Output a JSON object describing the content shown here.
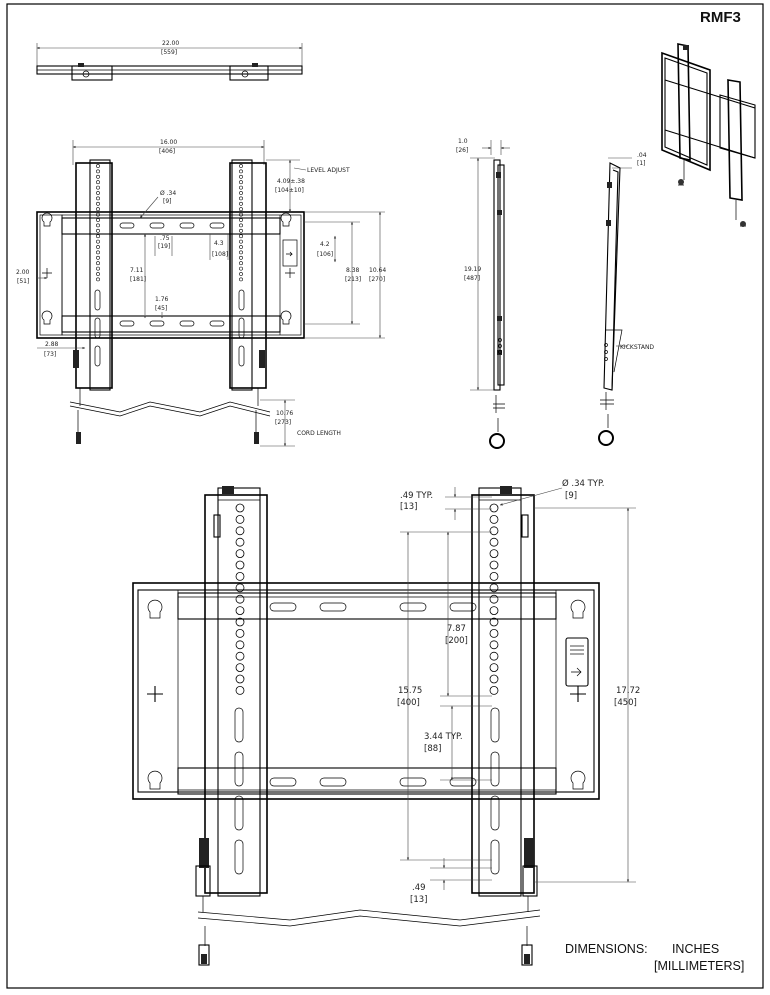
{
  "sheet": {
    "model": "RMF3",
    "footer_line1": "DIMENSIONS:       INCHES",
    "footer_line2": "[MILLIMETERS]"
  },
  "top_view": {
    "width_in": "22.00",
    "width_mm": "[559]"
  },
  "front_view_small": {
    "width_in": "16.00",
    "width_mm": "[406]",
    "hole_dia_in": "Ø .34",
    "hole_dia_mm": "[9]",
    "slot_pitch_in": ".75",
    "slot_pitch_mm": "[19]",
    "slot_len_in": "4.3",
    "slot_len_mm": "[108]",
    "level_adjust": "LEVEL ADJUST",
    "level_in": "4.09±.38",
    "level_mm": "[104±10]",
    "rail_gap_in": "4.2",
    "rail_gap_mm": "[106]",
    "height_a_in": "8.38",
    "height_a_mm": "[213]",
    "height_b_in": "10.64",
    "height_b_mm": "[270]",
    "inner_h_in": "7.11",
    "inner_h_mm": "[181]",
    "side_in": "2.00",
    "side_mm": "[51]",
    "offset_in": "1.76",
    "offset_mm": "[45]",
    "bottom_in": "2.88",
    "bottom_mm": "[73]",
    "cord_in": "10.76",
    "cord_mm": "[273]",
    "cord_label": "CORD LENGTH"
  },
  "side_view_1": {
    "depth_in": "1.0",
    "depth_mm": "[26]",
    "height_in": "19.19",
    "height_mm": "[487]"
  },
  "side_view_2": {
    "tilt_in": ".04",
    "tilt_mm": "[1]",
    "kickstand": "KICKSTAND"
  },
  "front_view_large": {
    "pitch_typ_in": ".49  TYP.",
    "pitch_typ_mm": "[13]",
    "hole_typ_in": "Ø .34 TYP.",
    "hole_typ_mm": "[9]",
    "v200_in": "7.87",
    "v200_mm": "[200]",
    "v400_in": "15.75",
    "v400_mm": "[400]",
    "v88_in": "3.44 TYP.",
    "v88_mm": "[88]",
    "overall_in": "17.72",
    "overall_mm": "[450]",
    "bottom_in": ".49",
    "bottom_mm": "[13]"
  },
  "icons": [
    "iso-view-icon",
    "safety-lanyard-icon",
    "level-arrow-icon"
  ]
}
